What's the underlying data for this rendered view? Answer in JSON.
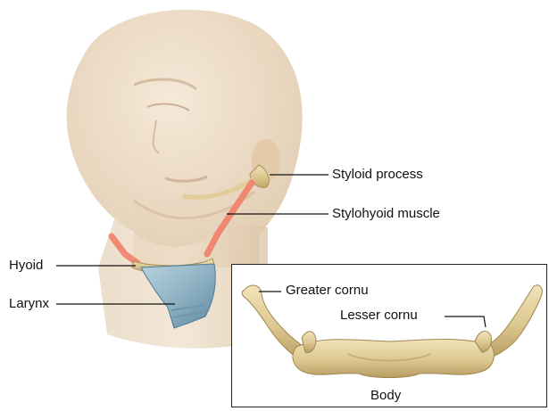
{
  "labels": {
    "styloid_process": "Styloid process",
    "stylohyoid_muscle": "Stylohyoid muscle",
    "hyoid": "Hyoid",
    "larynx": "Larynx",
    "greater_cornu": "Greater cornu",
    "lesser_cornu": "Lesser cornu",
    "body": "Body"
  },
  "colors": {
    "skin": "#e9d6bd",
    "bone": "#e2cf9a",
    "muscle": "#f08570",
    "larynx": "#8fb8c8",
    "leader_line": "#111111"
  }
}
